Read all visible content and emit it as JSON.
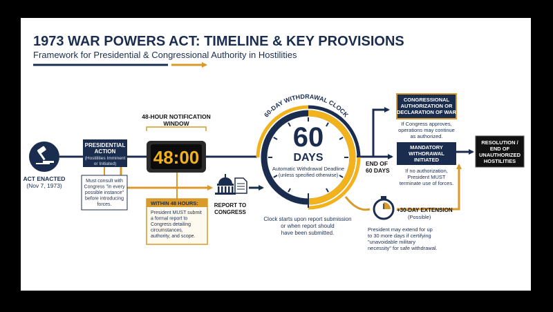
{
  "header": {
    "title": "1973 WAR POWERS ACT: TIMELINE & KEY PROVISIONS",
    "subtitle": "Framework for Presidential & Congressional Authority in Hostilities"
  },
  "act_enacted": {
    "label": "ACT ENACTED",
    "date": "(Nov 7, 1973)"
  },
  "presidential_action": {
    "title_lines": [
      "PRESIDENTIAL",
      "ACTION"
    ],
    "sub_lines": [
      "(Hostilities Imminent",
      "or Initiated)"
    ],
    "note_lines": [
      "Must consult with",
      "Congress \"in every",
      "possible instance\"",
      "before introducing",
      "forces."
    ]
  },
  "notification": {
    "window_lines": [
      "48-HOUR NOTIFICATION",
      "WINDOW"
    ],
    "timer": "48:00",
    "box_title": "WITHIN 48 HOURS:",
    "box_lines": [
      "President MUST submit",
      "a formal report to",
      "Congress detailing",
      "circumstances,",
      "authority, and scope."
    ]
  },
  "report": {
    "label_lines": [
      "REPORT TO",
      "CONGRESS"
    ]
  },
  "clock": {
    "arc_label": "60-DAY WITHDRAWAL CLOCK",
    "number": "60",
    "unit": "DAYS",
    "desc_lines": [
      "Automatic Withdrawal Deadline",
      "(unless specified otherwise)"
    ],
    "note_lines": [
      "Clock starts upon report submission",
      "or when report should",
      "have been submitted."
    ]
  },
  "end_label_lines": [
    "END OF",
    "60 DAYS"
  ],
  "congressional": {
    "title_lines": [
      "CONGRESSIONAL",
      "AUTHORIZATION OR",
      "DECLARATION OF WAR"
    ],
    "note_lines": [
      "If Congress approves,",
      "operations may continue",
      "as authorized."
    ]
  },
  "mandatory": {
    "title_lines": [
      "MANDATORY",
      "WITHDRAWAL",
      "INITIATED"
    ],
    "note_lines": [
      "If no authorization,",
      "President MUST",
      "terminate use of forces."
    ]
  },
  "resolution": {
    "title_lines": [
      "RESOLUTION /",
      "END OF",
      "UNAUTHORIZED",
      "HOSTILITIES"
    ]
  },
  "extension": {
    "title": "+30-DAY EXTENSION",
    "sub": "(Possible)",
    "note_lines": [
      "President may extend for up",
      "to 30 more days if certifying",
      "\"unavoidable military",
      "necessity\" for safe withdrawal."
    ]
  },
  "colors": {
    "navy": "#1b2d4f",
    "gold": "#d79a2b",
    "amber": "#f2b21b",
    "black": "#111111"
  }
}
